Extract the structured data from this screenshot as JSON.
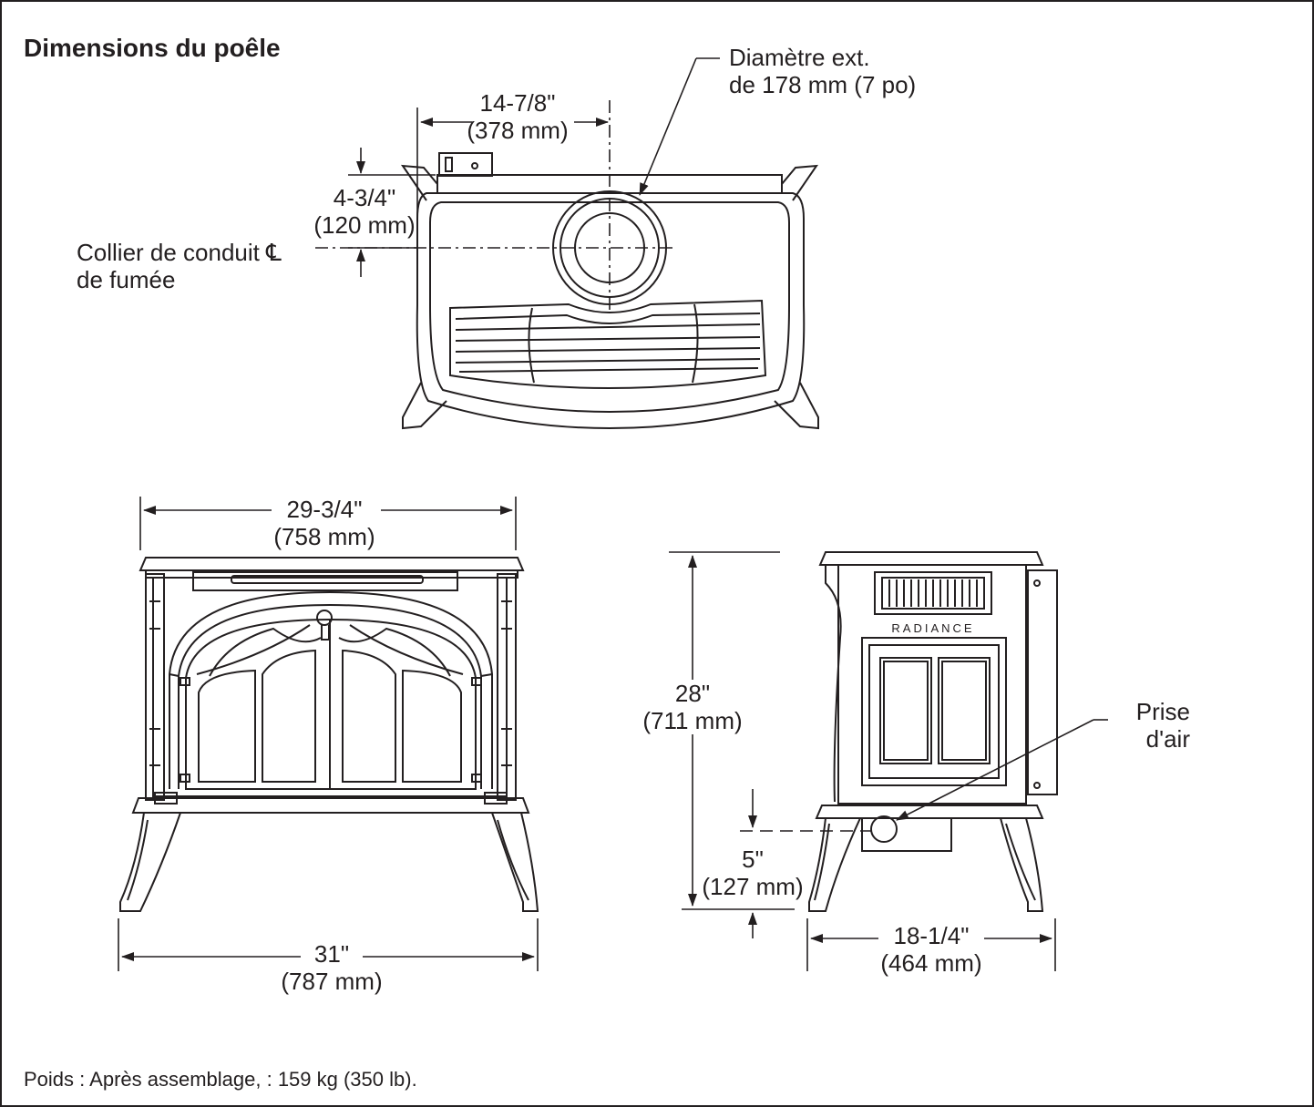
{
  "title": "Dimensions du poêle",
  "footer_note": "Poids : Après assemblage, : 159 kg (350 lb).",
  "brand_plate": "RADIANCE",
  "top_view": {
    "flue_diameter": {
      "line1": "Diamètre ext.",
      "line2": "de 178 mm (7 po)"
    },
    "flue_offset_width": {
      "imperial": "14-7/8\"",
      "metric": "(378 mm)"
    },
    "flue_offset_depth": {
      "imperial": "4-3/4\"",
      "metric": "(120 mm)"
    },
    "flue_collar_label": {
      "line1": "Collier de conduit ℄",
      "line2": "de fumée"
    }
  },
  "front_view": {
    "top_width": {
      "imperial": "29-3/4\"",
      "metric": "(758 mm)"
    },
    "base_width": {
      "imperial": "31\"",
      "metric": "(787 mm)"
    }
  },
  "side_view": {
    "height": {
      "imperial": "28\"",
      "metric": "(711 mm)"
    },
    "air_intake_height": {
      "imperial": "5\"",
      "metric": "(127 mm)"
    },
    "depth": {
      "imperial": "18-1/4\"",
      "metric": "(464 mm)"
    },
    "air_intake_label": {
      "line1": "Prise",
      "line2": "d'air"
    }
  },
  "colors": {
    "ink": "#231f20",
    "background": "#ffffff"
  }
}
